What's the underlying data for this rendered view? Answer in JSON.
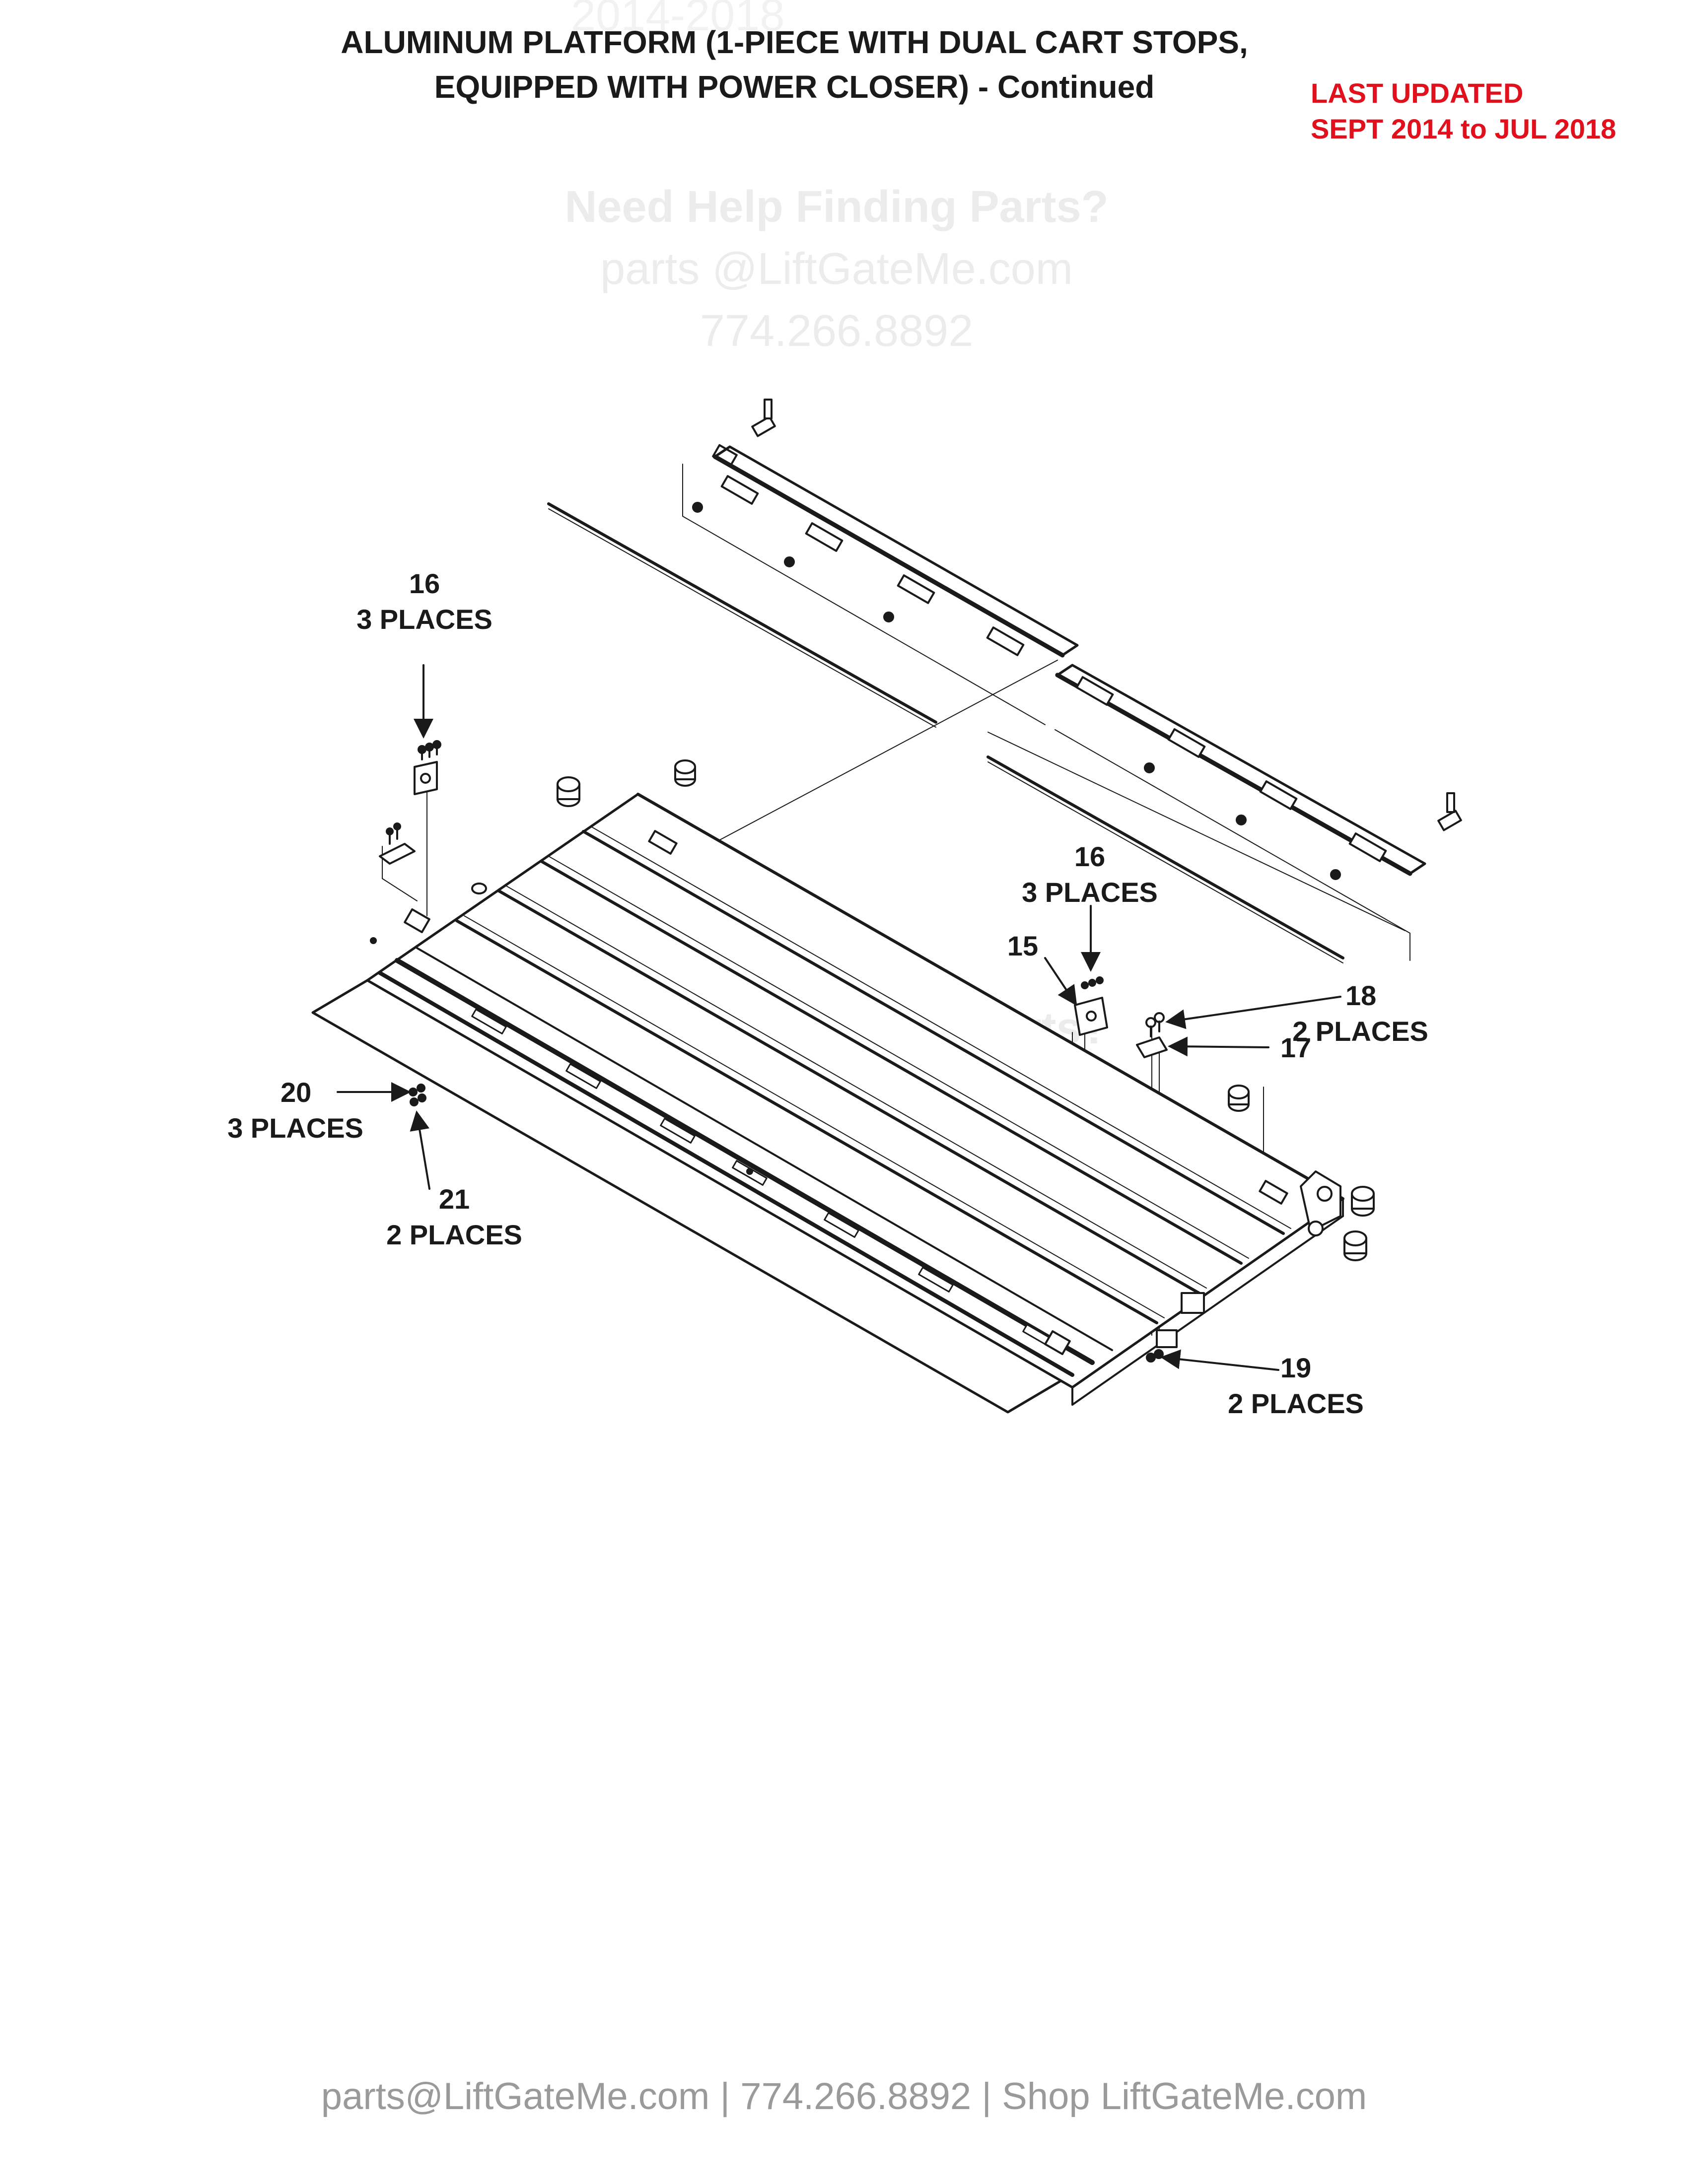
{
  "header": {
    "title_line1": "ALUMINUM PLATFORM (1-PIECE WITH DUAL CART STOPS,",
    "title_line2": "EQUIPPED WITH POWER CLOSER) - Continued",
    "updated_line1": "LAST UPDATED",
    "updated_line2": "SEPT 2014 to JUL 2018"
  },
  "watermark": {
    "title": "Need Help Finding Parts?",
    "email": "parts @LiftGateMe.com",
    "phone": "774.266.8892",
    "ghost_header": "2014-2018"
  },
  "callouts": {
    "c16a": {
      "num": "16",
      "qty": "3 PLACES"
    },
    "c16b": {
      "num": "16",
      "qty": "3 PLACES"
    },
    "c15": {
      "num": "15"
    },
    "c18": {
      "num": "18",
      "qty": "2 PLACES"
    },
    "c17": {
      "num": "17"
    },
    "c20": {
      "num": "20",
      "qty": "3 PLACES"
    },
    "c21": {
      "num": "21",
      "qty": "2 PLACES"
    },
    "c19": {
      "num": "19",
      "qty": "2 PLACES"
    }
  },
  "footer": {
    "text": "parts@LiftGateMe.com | 774.266.8892 | Shop LiftGateMe.com"
  },
  "colors": {
    "accent_red": "#e0101c",
    "line": "#1a1a1a",
    "footer_gray": "#9a9a9a",
    "watermark_gray": "#ececec"
  }
}
